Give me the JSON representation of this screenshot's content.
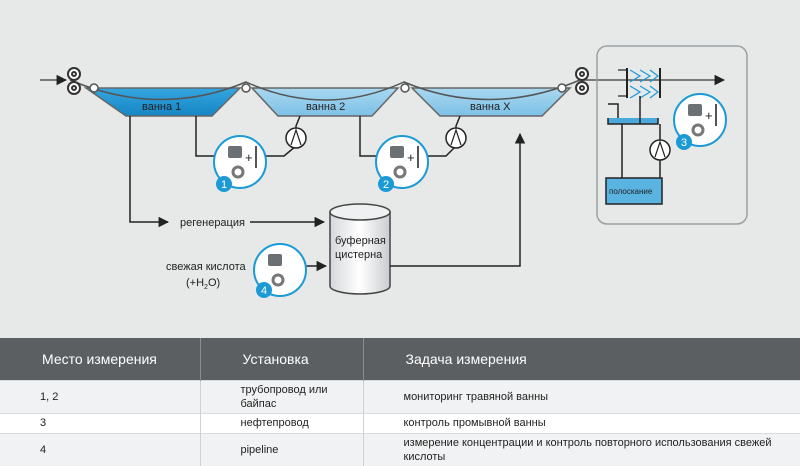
{
  "diagram": {
    "bath1": "ванна 1",
    "bath2": "ванна 2",
    "bathx": "ванна X",
    "regeneration": "регенерация",
    "buffer_line1": "буферная",
    "buffer_line2": "цистерна",
    "fresh_acid_line1": "свежая кислота",
    "fresh_acid_line2_a": "(+H",
    "fresh_acid_sub": "2",
    "fresh_acid_line2_b": "O)",
    "rinse": "полоскание",
    "badges": [
      "1",
      "2",
      "3",
      "4"
    ],
    "colors": {
      "bath_dark": "#1a90cf",
      "bath_light": "#8fcbea",
      "badge": "#1b9ad6",
      "panel_border": "#9aa0a3",
      "header_bg": "#5b5f62"
    }
  },
  "table": {
    "headers": [
      "Место измерения",
      "Установка",
      "Задача измерения"
    ],
    "rows": [
      {
        "location": "1, 2",
        "installation": "трубопровод или байпас",
        "task": "мониторинг травяной ванны"
      },
      {
        "location": "3",
        "installation": "нефтепровод",
        "task": "контроль промывной ванны"
      },
      {
        "location": "4",
        "installation": "pipeline",
        "task": "измерение концентрации и контроль повторного использования свежей кислоты"
      }
    ]
  }
}
